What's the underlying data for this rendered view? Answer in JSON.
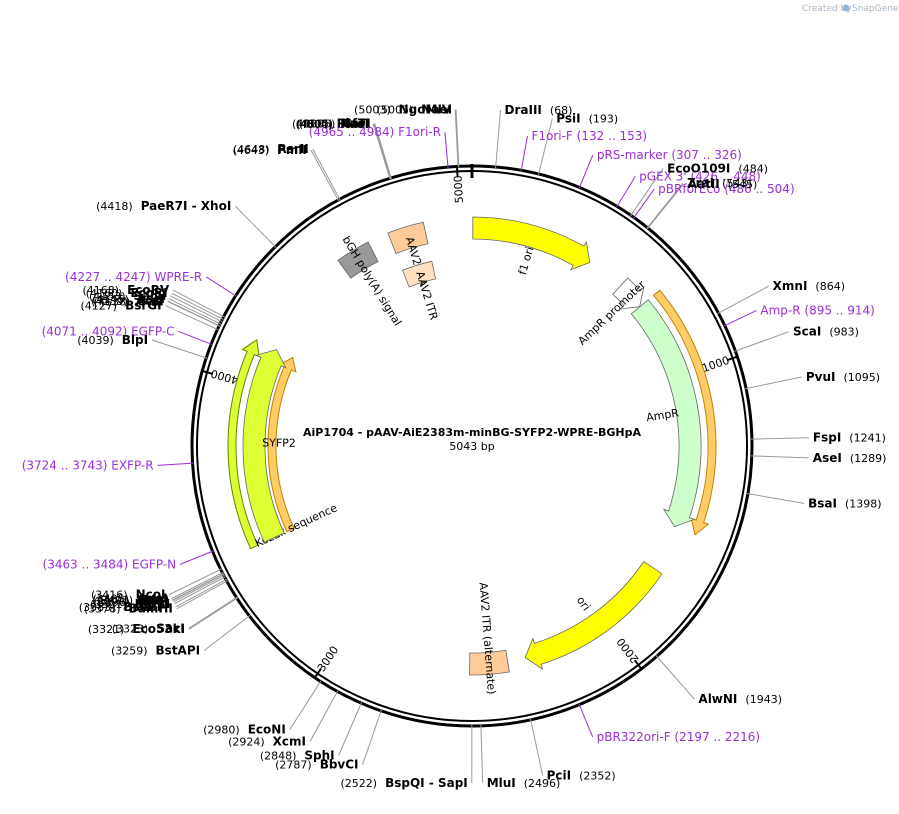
{
  "watermark": {
    "prefix": "Created by",
    "brand": "SnapGene"
  },
  "plasmid": {
    "name": "AiP1704 - pAAV-AiE2383m-minBG-SYFP2-WPRE-BGHpA",
    "size_label": "5043 bp",
    "length": 5043
  },
  "ticks": [
    {
      "pos": 1000,
      "label": "1000"
    },
    {
      "pos": 2000,
      "label": "2000"
    },
    {
      "pos": 3000,
      "label": "3000"
    },
    {
      "pos": 4000,
      "label": "4000"
    },
    {
      "pos": 5000,
      "label": "5000"
    }
  ],
  "features": [
    {
      "name": "f1 ori",
      "label": "f1 ori",
      "start": 3,
      "end": 458,
      "strand": 1,
      "color": "#ffff00",
      "ring": "inner-1"
    },
    {
      "name": "AmpR promoter",
      "label": "AmpR promoter",
      "start": 600,
      "end": 704,
      "strand": 1,
      "color": "#ffffff",
      "ring": "inner-1"
    },
    {
      "name": "AmpR",
      "label": "AmpR",
      "start": 705,
      "end": 1565,
      "strand": 1,
      "color": "#ccffcc",
      "ring": "inner-1"
    },
    {
      "name": "ori",
      "label": "ori",
      "start": 1736,
      "end": 2324,
      "strand": 1,
      "color": "#ffff00",
      "ring": "inner-1"
    },
    {
      "name": "AAV2 ITR (alternate)",
      "label": "AAV2 ITR (alternate)",
      "start": 2390,
      "end": 2530,
      "strand": 0,
      "color": "#ffcc99",
      "ring": "inner-1"
    },
    {
      "name": "Kozak sequence",
      "label": "Kozak sequence",
      "start": 3434,
      "end": 3443,
      "strand": 0,
      "color": "#999999",
      "ring": "inner-1"
    },
    {
      "name": "SYFP2",
      "label": "SYFP2",
      "start": 3434,
      "end": 4150,
      "strand": 1,
      "color": "#ddff33",
      "ring": "inner-1"
    },
    {
      "name": "bGH poly(A) signal",
      "label": "bGH poly(A) signal",
      "start": 4541,
      "end": 4665,
      "strand": 0,
      "color": "#999999",
      "ring": "inner-1"
    },
    {
      "name": "AAV2 ITR",
      "label": "AAV2 ITR",
      "start": 4741,
      "end": 4871,
      "strand": 0,
      "color": "#ffcc99",
      "ring": "inner-1"
    },
    {
      "name": "AAV2 ITR 2",
      "label": "AAV2 ITR",
      "start": 4741,
      "end": 4871,
      "strand": 0,
      "color": "#ffe0c0",
      "ring": "inner-2"
    }
  ],
  "orf_arrows": [
    {
      "start": 705,
      "end": 1565,
      "strand": 1,
      "fill": "#ffcc66",
      "edge": "#c08000",
      "ring": "orf-1"
    },
    {
      "start": 3434,
      "end": 4150,
      "strand": 1,
      "fill": "#ddff33",
      "edge": "#5a8a00",
      "ring": "orf-1"
    },
    {
      "start": 3434,
      "end": 4150,
      "strand": 1,
      "fill": "#ffcc66",
      "edge": "#c08000",
      "ring": "orf-2"
    }
  ],
  "primers": [
    {
      "label": "F1ori-R",
      "range": "(4965 .. 4984)",
      "pos": 4974
    },
    {
      "label": "F1ori-F",
      "range": "(132 .. 153)",
      "pos": 142
    },
    {
      "label": "pRS-marker",
      "range": "(307 .. 326)",
      "pos": 316
    },
    {
      "label": "pGEX 3'",
      "range": "(426 .. 448)",
      "pos": 437
    },
    {
      "label": "pBRforEco",
      "range": "(486 .. 504)",
      "pos": 495
    },
    {
      "label": "Amp-R",
      "range": "(895 .. 914)",
      "pos": 904
    },
    {
      "label": "pBR322ori-F",
      "range": "(2197 .. 2216)",
      "pos": 2206
    },
    {
      "label": "EXFP-R",
      "range": "(3724 .. 3743)",
      "pos": 3733
    },
    {
      "label": "EGFP-N",
      "range": "(3463 .. 3484)",
      "pos": 3473
    },
    {
      "label": "EGFP-C",
      "range": "(4071 .. 4092)",
      "pos": 4081
    },
    {
      "label": "WPRE-R",
      "range": "(4227 .. 4247)",
      "pos": 4237
    }
  ],
  "sites": [
    {
      "enzyme": "NgoMIV",
      "pos": "(5003)"
    },
    {
      "enzyme": "NaeI",
      "pos": "(5005)"
    },
    {
      "enzyme": "DraIII",
      "pos": "(68)"
    },
    {
      "enzyme": "PsiI",
      "pos": "(193)"
    },
    {
      "enzyme": "EcoO109I",
      "pos": "(484)"
    },
    {
      "enzyme": "ZraI",
      "pos": "(543)"
    },
    {
      "enzyme": "AatII",
      "pos": "(545)"
    },
    {
      "enzyme": "XmnI",
      "pos": "(864)"
    },
    {
      "enzyme": "ScaI",
      "pos": "(983)"
    },
    {
      "enzyme": "PvuI",
      "pos": "(1095)"
    },
    {
      "enzyme": "FspI",
      "pos": "(1241)"
    },
    {
      "enzyme": "AseI",
      "pos": "(1289)"
    },
    {
      "enzyme": "BsaI",
      "pos": "(1398)"
    },
    {
      "enzyme": "AlwNI",
      "pos": "(1943)"
    },
    {
      "enzyme": "PciI",
      "pos": "(2352)"
    },
    {
      "enzyme": "MluI",
      "pos": "(2496)"
    },
    {
      "enzyme": "BspQI",
      "pos": "(2522)",
      "alias": "SapI"
    },
    {
      "enzyme": "BbvCI",
      "pos": "(2787)"
    },
    {
      "enzyme": "SphI",
      "pos": "(2848)"
    },
    {
      "enzyme": "XcmI",
      "pos": "(2924)"
    },
    {
      "enzyme": "EcoNI",
      "pos": "(2980)"
    },
    {
      "enzyme": "BstAPI",
      "pos": "(3259)"
    },
    {
      "enzyme": "Eco53kI",
      "pos": "(3321)"
    },
    {
      "enzyme": "SacI",
      "pos": "(3323)"
    },
    {
      "enzyme": "BamHI",
      "pos": "(3378)"
    },
    {
      "enzyme": "BsaBI *",
      "pos": "(3383)"
    },
    {
      "enzyme": "BstBI",
      "pos": "(3391)"
    },
    {
      "enzyme": "NheI",
      "pos": "(3396)"
    },
    {
      "enzyme": "BmtI",
      "pos": "(3400)"
    },
    {
      "enzyme": "AfeI",
      "pos": "(3401)"
    },
    {
      "enzyme": "AgeI",
      "pos": "(3405)"
    },
    {
      "enzyme": "NcoI",
      "pos": "(3416)"
    },
    {
      "enzyme": "BlpI",
      "pos": "(4039)"
    },
    {
      "enzyme": "BsrGI",
      "pos": "(4127)"
    },
    {
      "enzyme": "SalI",
      "pos": "(4138)"
    },
    {
      "enzyme": "AccI",
      "pos": "(4139)"
    },
    {
      "enzyme": "AscI",
      "pos": "(4145)"
    },
    {
      "enzyme": "SacII",
      "pos": "(4153)"
    },
    {
      "enzyme": "EcoRI",
      "pos": "(4160)"
    },
    {
      "enzyme": "EcoRV",
      "pos": "(4168)"
    },
    {
      "enzyme": "PaeR7I",
      "pos": "(4418)",
      "alias": "XhoI"
    },
    {
      "enzyme": "PmlI",
      "pos": "(4643)"
    },
    {
      "enzyme": "RsrII",
      "pos": "(4648)"
    },
    {
      "enzyme": "KasI",
      "pos": "(4804)"
    },
    {
      "enzyme": "NarI",
      "pos": "(4805)"
    },
    {
      "enzyme": "SfoI",
      "pos": "(4806)"
    },
    {
      "enzyme": "PluTI",
      "pos": "(4808)"
    }
  ]
}
